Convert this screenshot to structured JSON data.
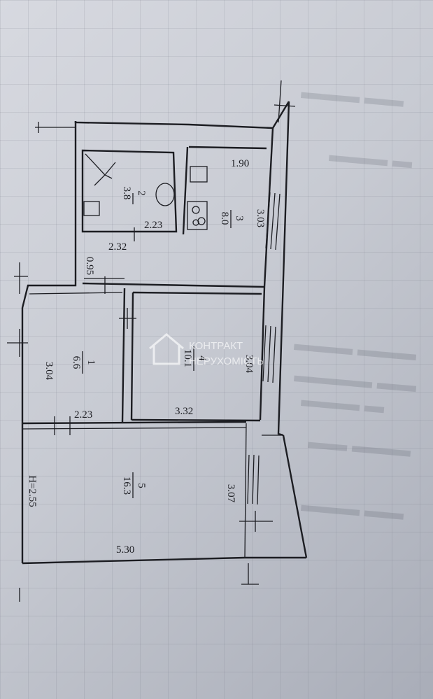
{
  "rooms": [
    {
      "id": "1",
      "number": "1",
      "area": "6.6",
      "width": "2.23",
      "length": "3.04"
    },
    {
      "id": "2",
      "number": "2",
      "area": "3.8",
      "width": "2.23"
    },
    {
      "id": "3",
      "number": "3",
      "area": "8.0",
      "top": "1.90",
      "side": "3.03"
    },
    {
      "id": "4",
      "number": "4",
      "area": "10.1",
      "bottom": "3.32",
      "side": "3.04"
    },
    {
      "id": "5",
      "number": "5",
      "area": "16.3",
      "bottom": "5.30",
      "side": "3.07"
    }
  ],
  "dims": {
    "corridor_w": "2.32",
    "corridor_d": "0.95"
  },
  "height_label": "H=2.55",
  "watermark": {
    "line1": "КОНТРАКТ",
    "line2": "НЕРУХОМІСТЬ"
  },
  "colors": {
    "ink": "#1c1d22",
    "paper": "#d0d3da"
  }
}
